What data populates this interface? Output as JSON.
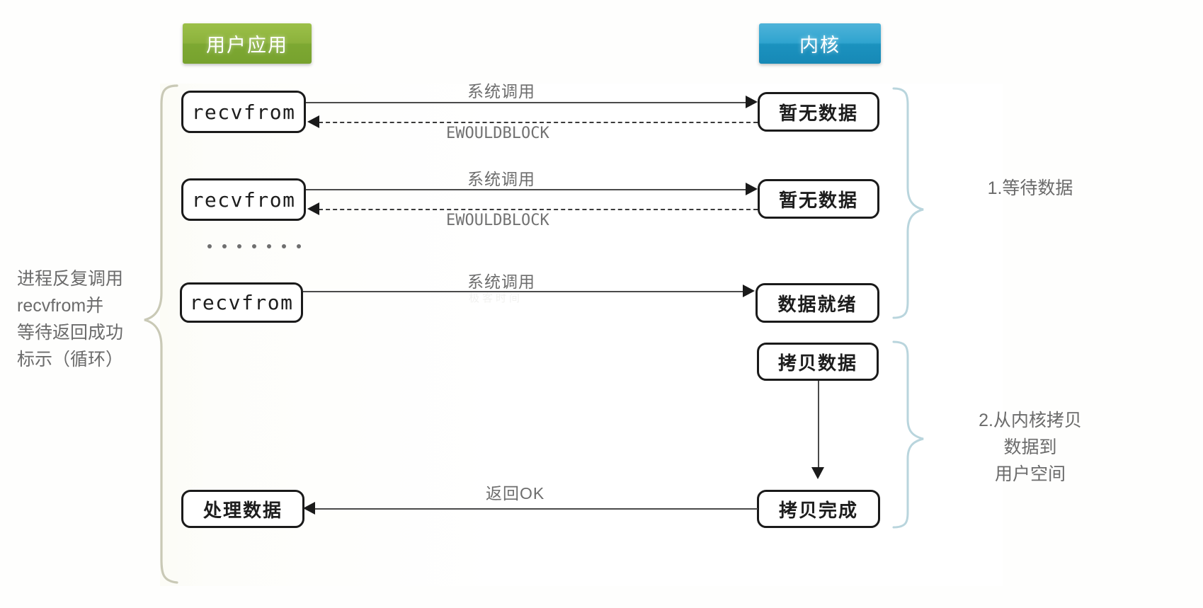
{
  "header": {
    "user_app_label": "用户应用",
    "kernel_label": "内核",
    "green_color": "#8cb23c",
    "blue_color": "#2fa4cf"
  },
  "left_annotation": {
    "text": "进程反复调用\nrecvfrom并\n等待返回成功\n标示（循环）"
  },
  "right_annotations": [
    {
      "text": "1.等待数据"
    },
    {
      "text": "2.从内核拷贝\n数据到\n用户空间"
    }
  ],
  "rows": [
    {
      "left_node": "recvfrom",
      "right_node": "暂无数据",
      "forward_label": "系统调用",
      "return_label": "EWOULDBLOCK"
    },
    {
      "left_node": "recvfrom",
      "right_node": "暂无数据",
      "forward_label": "系统调用",
      "return_label": "EWOULDBLOCK"
    },
    {
      "left_node": "recvfrom",
      "right_node": "数据就绪",
      "forward_label": "系统调用",
      "return_label": ""
    }
  ],
  "ellipsis": {
    "dot_count": 7
  },
  "copy_phase": {
    "copy_node": "拷贝数据",
    "copy_done_node": "拷贝完成",
    "process_node": "处理数据",
    "return_label": "返回OK"
  },
  "colors": {
    "node_border": "#1a1a1a",
    "line": "#4a4a4a",
    "label_text": "#6d6d6d",
    "left_brace": "#c9c9b6",
    "right_brace": "#b9d5dd"
  }
}
